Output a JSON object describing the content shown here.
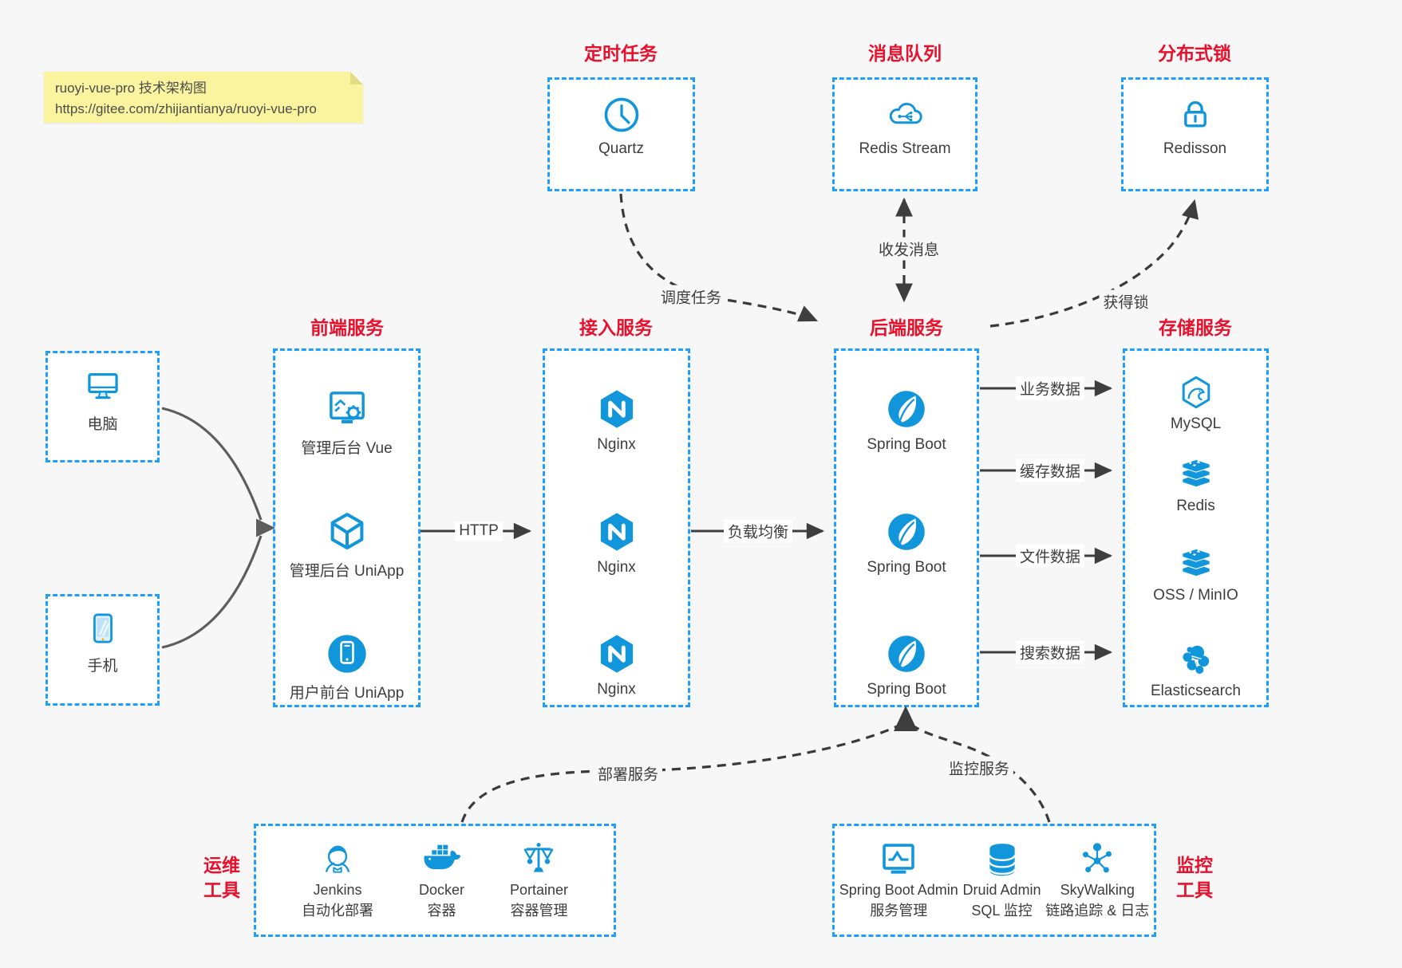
{
  "note": {
    "line1": "ruoyi-vue-pro 技术架构图",
    "line2": "https://gitee.com/zhijiantianya/ruoyi-vue-pro"
  },
  "colors": {
    "background": "#f7f7f7",
    "box_border_blue": "#1e9fff",
    "icon_blue": "#1296db",
    "title_red": "#e8112d",
    "label_gray": "#3d3d3d",
    "note_yellow": "#fbf49f",
    "connector_dark": "#3e3e3e"
  },
  "top": {
    "scheduler": {
      "title": "定时任务",
      "label": "Quartz"
    },
    "mq": {
      "title": "消息队列",
      "label": "Redis Stream"
    },
    "lock": {
      "title": "分布式锁",
      "label": "Redisson"
    }
  },
  "clients": {
    "pc": {
      "label": "电脑"
    },
    "mobile": {
      "label": "手机"
    }
  },
  "frontend": {
    "title": "前端服务",
    "items": [
      {
        "label": "管理后台 Vue"
      },
      {
        "label": "管理后台 UniApp"
      },
      {
        "label": "用户前台 UniApp"
      }
    ]
  },
  "gateway": {
    "title": "接入服务",
    "items": [
      {
        "label": "Nginx"
      },
      {
        "label": "Nginx"
      },
      {
        "label": "Nginx"
      }
    ]
  },
  "backend": {
    "title": "后端服务",
    "items": [
      {
        "label": "Spring Boot"
      },
      {
        "label": "Spring Boot"
      },
      {
        "label": "Spring Boot"
      }
    ]
  },
  "storage": {
    "title": "存储服务",
    "items": [
      {
        "label": "MySQL"
      },
      {
        "label": "Redis"
      },
      {
        "label": "OSS / MinIO"
      },
      {
        "label": "Elasticsearch"
      }
    ]
  },
  "ops": {
    "title_line1": "运维",
    "title_line2": "工具",
    "items": [
      {
        "name": "Jenkins",
        "desc": "自动化部署"
      },
      {
        "name": "Docker",
        "desc": "容器"
      },
      {
        "name": "Portainer",
        "desc": "容器管理"
      }
    ]
  },
  "monitoring": {
    "title_line1": "监控",
    "title_line2": "工具",
    "items": [
      {
        "name": "Spring Boot Admin",
        "desc": "服务管理"
      },
      {
        "name": "Druid Admin",
        "desc": "SQL 监控"
      },
      {
        "name": "SkyWalking",
        "desc": "链路追踪 & 日志"
      }
    ]
  },
  "edges": {
    "http": "HTTP",
    "load_balance": "负载均衡",
    "schedule_task": "调度任务",
    "send_receive_msg": "收发消息",
    "acquire_lock": "获得锁",
    "business_data": "业务数据",
    "cache_data": "缓存数据",
    "file_data": "文件数据",
    "search_data": "搜索数据",
    "deploy_service": "部署服务",
    "monitor_service": "监控服务"
  }
}
